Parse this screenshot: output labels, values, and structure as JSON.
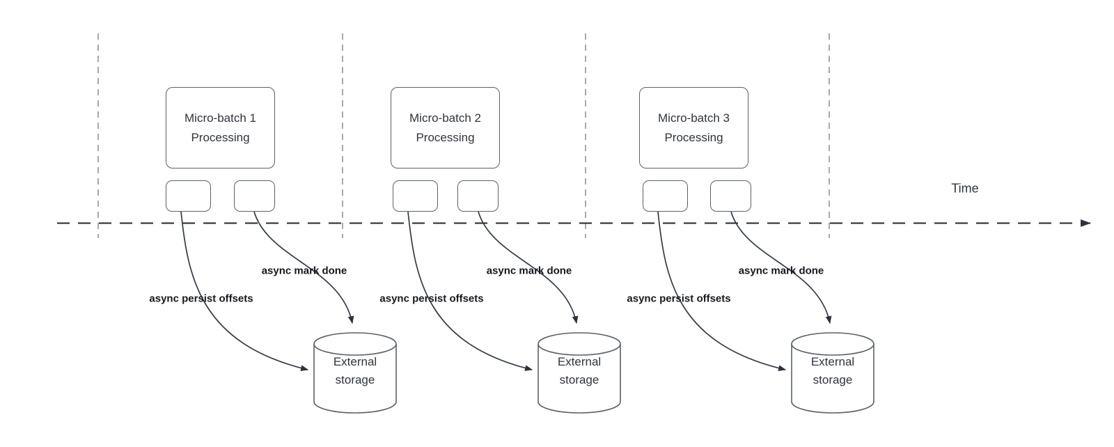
{
  "diagram": {
    "time_axis_label": "Time",
    "sections": [
      {
        "box_label": "Micro-batch 1 Processing",
        "persist_label": "async persist offsets",
        "done_label": "async mark done",
        "storage_label": "External storage"
      },
      {
        "box_label": "Micro-batch 2 Processing",
        "persist_label": "async persist offsets",
        "done_label": "async mark done",
        "storage_label": "External storage"
      },
      {
        "box_label": "Micro-batch 3 Processing",
        "persist_label": "async persist offsets",
        "done_label": "async mark done",
        "storage_label": "External storage"
      }
    ],
    "colors": {
      "shape_stroke": "#5b6069",
      "connector_stroke": "#343b47",
      "timeline_stroke": "#24262c",
      "guide_line": "#a8a8ad",
      "bold_label_text": "#16181f",
      "shape_text": "#2f333d",
      "background": "#ffffff"
    }
  }
}
